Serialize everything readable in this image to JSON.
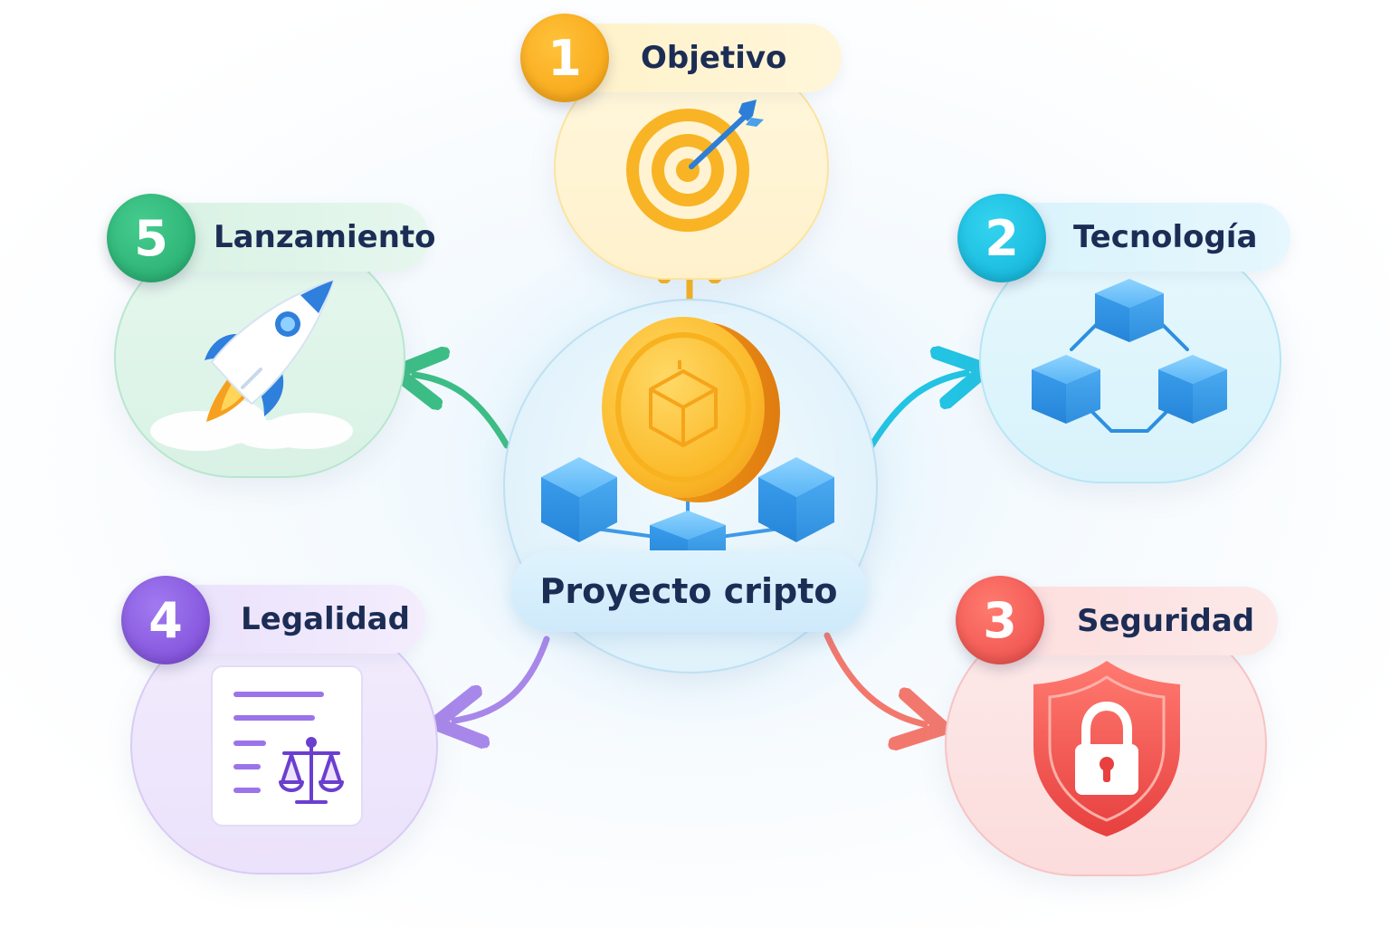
{
  "center": {
    "label": "Proyecto cripto"
  },
  "steps": [
    {
      "number": "1",
      "label": "Objetivo",
      "icon": "target-icon",
      "color": "#f6a91b"
    },
    {
      "number": "2",
      "label": "Tecnología",
      "icon": "blockchain-icon",
      "color": "#18bfe0"
    },
    {
      "number": "3",
      "label": "Seguridad",
      "icon": "shield-lock-icon",
      "color": "#ef5b5b"
    },
    {
      "number": "4",
      "label": "Legalidad",
      "icon": "legal-document-icon",
      "color": "#8b5ce0"
    },
    {
      "number": "5",
      "label": "Lanzamiento",
      "icon": "rocket-icon",
      "color": "#2fb57a"
    }
  ]
}
